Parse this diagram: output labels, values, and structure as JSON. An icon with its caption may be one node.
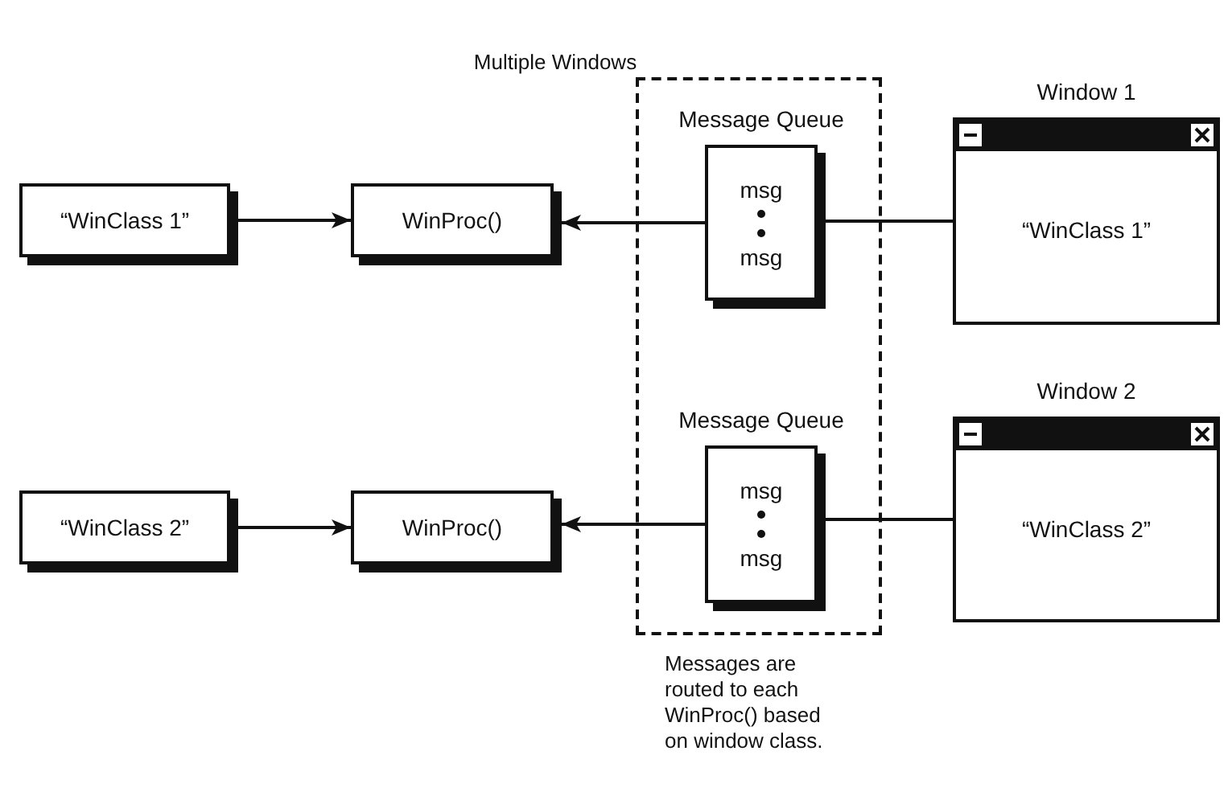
{
  "diagram": {
    "title": "Multiple Windows",
    "nodes": [
      {
        "text": [],
        "shape": "box"
      },
      {
        "text": [
          "“WinClass 1”"
        ]
      },
      {
        "text": [
          "WinProc()"
        ]
      },
      {
        "text": [
          "Message Queue",
          "msg",
          "msg"
        ],
        "in": 0
      },
      {
        "text": [
          "Window 1",
          "“WinClass 1”"
        ]
      },
      {
        "text": [
          "“WinClass 2”"
        ]
      },
      {
        "text": [
          "WinProc()"
        ]
      },
      {
        "text": [
          "Message Queue",
          "msg",
          "msg"
        ],
        "in": 0
      },
      {
        "text": [
          "Window 2",
          "“WinClass 2”"
        ]
      }
    ],
    "edges": [
      {
        "from": 1,
        "to": 2,
        "arrow": "to"
      },
      {
        "from": 3,
        "to": 2,
        "arrow": "to"
      },
      {
        "from": 4,
        "to": 3,
        "arrow": "none"
      },
      {
        "from": 5,
        "to": 6,
        "arrow": "to"
      },
      {
        "from": 7,
        "to": 6,
        "arrow": "to"
      },
      {
        "from": 8,
        "to": 7,
        "arrow": "none"
      }
    ],
    "labels": [
      "Messages are routed to each WinProc() based on window class."
    ]
  }
}
